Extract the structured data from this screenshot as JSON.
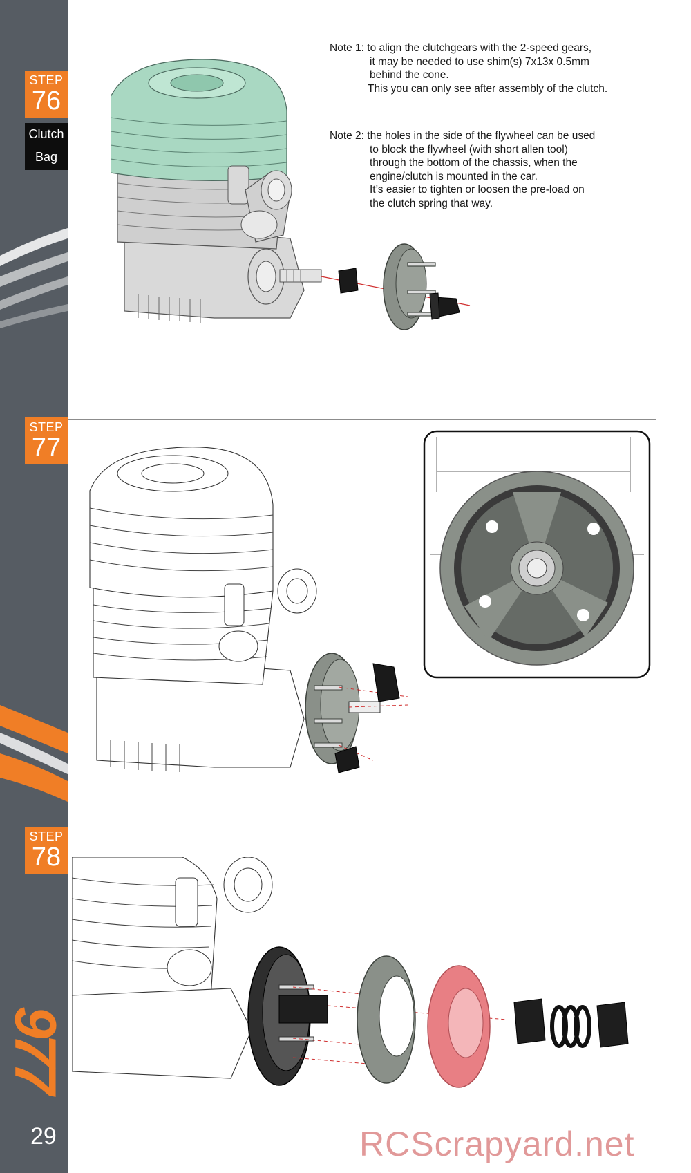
{
  "sidebar": {
    "steps": [
      {
        "label": "STEP",
        "number": "76"
      },
      {
        "label": "STEP",
        "number": "77"
      },
      {
        "label": "STEP",
        "number": "78"
      }
    ],
    "bag_label": {
      "line1": "Clutch",
      "line2": "Bag"
    },
    "model_logo": "977",
    "page_number": "29"
  },
  "notes": [
    {
      "first": "Note 1: to align the clutchgears with the 2-speed gears,",
      "lines": [
        "it may be needed to use shim(s) 7x13x 0.5mm",
        "behind the cone.",
        "This you can only see after assembly of the clutch."
      ]
    },
    {
      "first": "Note 2: the holes in the side of the flywheel can be used",
      "lines": [
        "to block the flywheel (with short allen tool)",
        "through the bottom of the chassis, when the",
        "engine/clutch is mounted in the car.",
        "It’s easier to tighten or loosen the pre-load on",
        "the clutch spring that way."
      ]
    }
  ],
  "watermark": "RCScrapyard.net",
  "colors": {
    "accent_orange": "#f07e26",
    "sidebar_gray": "#565c63",
    "cylinder_head_green": "#a9d8c2",
    "flywheel_gray": "#8a9089",
    "clutch_bell_pink": "#e87f84"
  }
}
